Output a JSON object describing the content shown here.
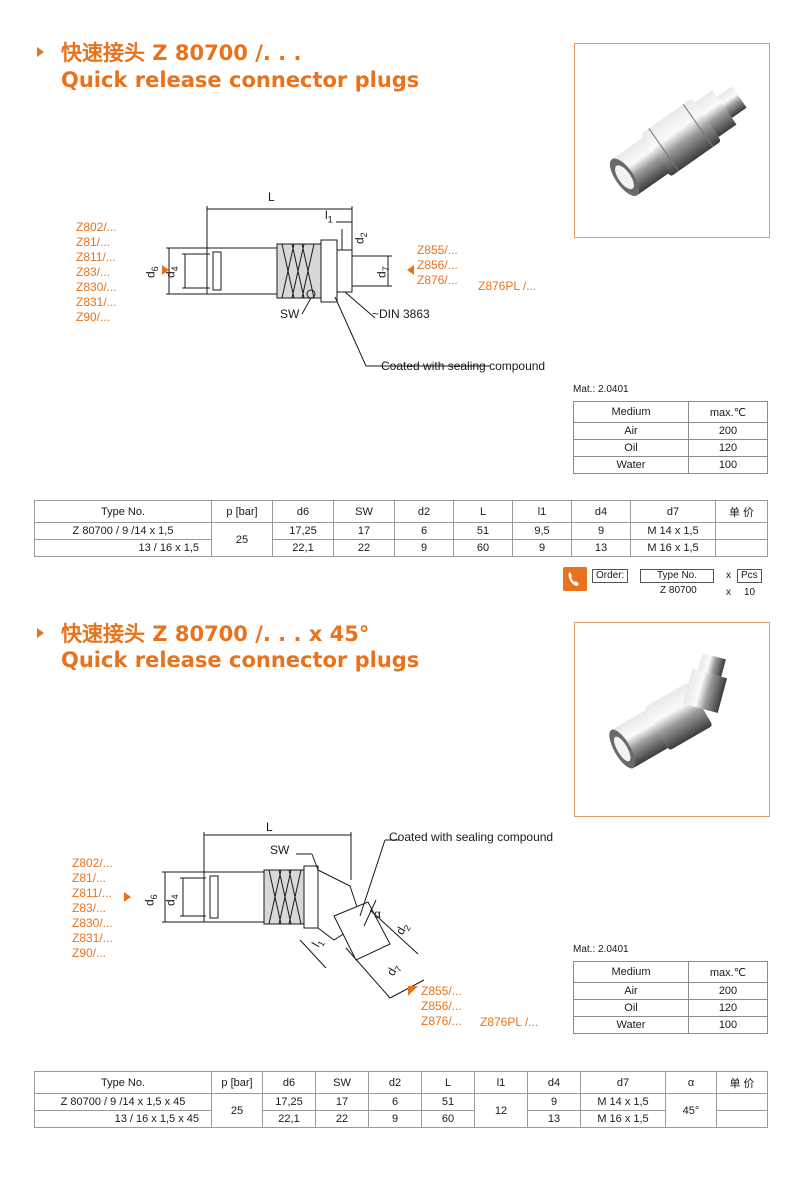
{
  "section1": {
    "title_zh": "快速接头 Z 80700 /. . .",
    "title_en": "Quick release connector plugs",
    "refs_left": [
      "Z802/...",
      "Z81/...",
      "Z811/...",
      "Z83/...",
      "Z830/...",
      "Z831/...",
      "Z90/..."
    ],
    "refs_right": [
      "Z855/...",
      "Z856/...",
      "Z876/..."
    ],
    "ref_right_extra": "Z876PL /...",
    "dim_labels": {
      "L": "L",
      "l1": "l",
      "l1_sub": "1",
      "d2": "d",
      "d2_sub": "2",
      "d6": "d",
      "d6_sub": "6",
      "d4": "d",
      "d4_sub": "4",
      "d7": "d",
      "d7_sub": "7",
      "SW": "SW"
    },
    "din": "~DIN 3863",
    "coated": "Coated with sealing compound",
    "mat": "Mat.: 2.0401",
    "medium_table": {
      "headers": [
        "Medium",
        "max.℃"
      ],
      "rows": [
        [
          "Air",
          "200"
        ],
        [
          "Oil",
          "120"
        ],
        [
          "Water",
          "100"
        ]
      ]
    },
    "spec_table": {
      "headers": [
        "Type No.",
        "p [bar]",
        "d6",
        "SW",
        "d2",
        "L",
        "l1",
        "d4",
        "d7",
        "单 价"
      ],
      "rows": [
        [
          "Z 80700 / 9 /14 x 1,5",
          "17,25",
          "17",
          "6",
          "51",
          "9,5",
          "9",
          "M 14 x 1,5",
          ""
        ],
        [
          "13 / 16 x 1,5",
          "22,1",
          "22",
          "9",
          "60",
          "9",
          "13",
          "M 16 x 1,5",
          ""
        ]
      ],
      "p_value": "25"
    },
    "order": {
      "label": "Order:",
      "type_label": "Type No.",
      "x1": "x",
      "pcs": "Pcs",
      "type_value": "Z 80700",
      "x2": "x",
      "qty": "10"
    }
  },
  "section2": {
    "title_zh": "快速接头 Z 80700 /. . . x 45°",
    "title_en": "Quick release connector plugs",
    "refs_left": [
      "Z802/...",
      "Z81/...",
      "Z811/...",
      "Z83/...",
      "Z830/...",
      "Z831/...",
      "Z90/..."
    ],
    "refs_right": [
      "Z855/...",
      "Z856/...",
      "Z876/..."
    ],
    "ref_right_extra": "Z876PL /...",
    "dim_labels": {
      "L": "L",
      "SW": "SW",
      "d6": "d",
      "d6_sub": "6",
      "d4": "d",
      "d4_sub": "4",
      "alpha": "α",
      "d2": "d",
      "d2_sub": "2",
      "d7": "d",
      "d7_sub": "7",
      "l1": "l",
      "l1_sub": "1"
    },
    "coated": "Coated with sealing compound",
    "mat": "Mat.: 2.0401",
    "medium_table": {
      "headers": [
        "Medium",
        "max.℃"
      ],
      "rows": [
        [
          "Air",
          "200"
        ],
        [
          "Oil",
          "120"
        ],
        [
          "Water",
          "100"
        ]
      ]
    },
    "spec_table": {
      "headers": [
        "Type No.",
        "p [bar]",
        "d6",
        "SW",
        "d2",
        "L",
        "l1",
        "d4",
        "d7",
        "α",
        "单 价"
      ],
      "rows": [
        [
          "Z 80700 / 9 /14 x 1,5 x 45",
          "17,25",
          "17",
          "6",
          "51",
          "9",
          "M 14 x 1,5",
          ""
        ],
        [
          "13 / 16 x 1,5 x 45",
          "22,1",
          "22",
          "9",
          "60",
          "13",
          "M 16 x 1,5",
          ""
        ]
      ],
      "p_value": "25",
      "l1_value": "12",
      "alpha_value": "45°"
    }
  },
  "colors": {
    "accent": "#e8731c",
    "photo_border": "#e69a62"
  }
}
